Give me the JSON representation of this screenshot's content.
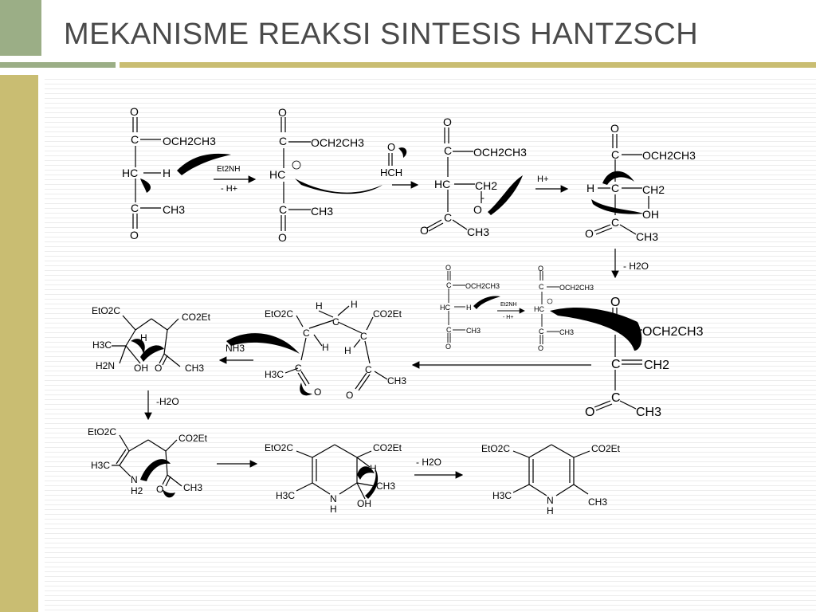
{
  "slide": {
    "title": "MEKANISME REAKSI SINTESIS HANTZSCH"
  },
  "labels": {
    "O": "O",
    "C": "C",
    "HC": "HC",
    "H": "H",
    "OCH2CH3": "OCH2CH3",
    "CH3": "CH3",
    "CH2": "CH2",
    "HCH": "HCH",
    "OH": "OH",
    "EtO2C": "EtO2C",
    "CO2Et": "CO2Et",
    "H3C": "H3C",
    "H2N": "H2N",
    "NH3": "NH3",
    "NH": "N",
    "H2": "H2",
    "minus": "-",
    "Et2NH": "Et2NH",
    "minusHplus": "- H+",
    "Hplus": "H+",
    "minusH2O": "- H2O",
    "minusH2O_b": "-H2O"
  },
  "colors": {
    "accent_green": "#9bae86",
    "accent_gold": "#c9bd72",
    "title": "#4a4a4a"
  }
}
